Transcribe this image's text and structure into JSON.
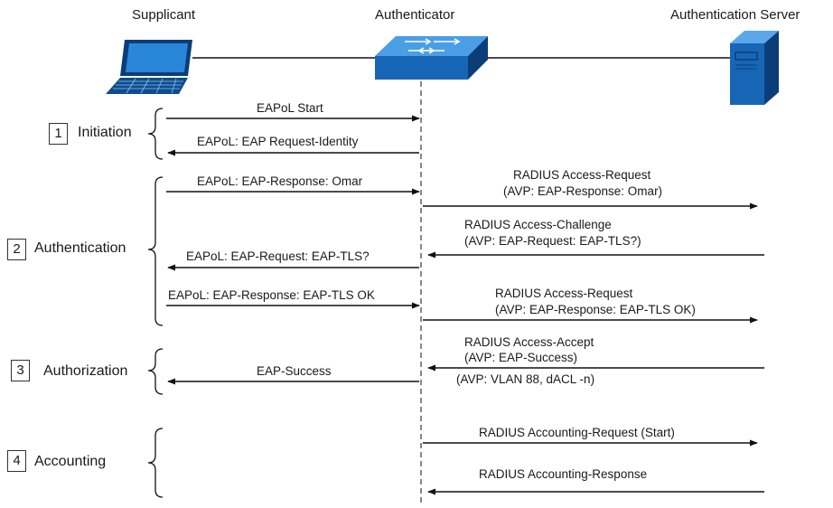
{
  "headers": {
    "supplicant": "Supplicant",
    "authenticator": "Authenticator",
    "server": "Authentication Server"
  },
  "phases": [
    {
      "number": "1",
      "name": "Initiation"
    },
    {
      "number": "2",
      "name": "Authentication"
    },
    {
      "number": "3",
      "name": "Authorization"
    },
    {
      "number": "4",
      "name": "Accounting"
    }
  ],
  "messages": {
    "eapol_start": "EAPoL Start",
    "eapol_request_identity": "EAPoL: EAP Request-Identity",
    "eapol_response_omar": "EAPoL: EAP-Response: Omar",
    "radius_access_request_1": "RADIUS Access-Request",
    "radius_access_request_1_avp": "(AVP: EAP-Response: Omar)",
    "radius_access_challenge": "RADIUS Access-Challenge",
    "radius_access_challenge_avp": "(AVP: EAP-Request: EAP-TLS?)",
    "eapol_request_tls": "EAPoL: EAP-Request: EAP-TLS?",
    "eapol_response_tls_ok": "EAPoL: EAP-Response: EAP-TLS OK",
    "radius_access_request_2": "RADIUS Access-Request",
    "radius_access_request_2_avp": "(AVP: EAP-Response: EAP-TLS OK)",
    "radius_access_accept": "RADIUS Access-Accept",
    "radius_access_accept_avp": "(AVP: EAP-Success)",
    "radius_access_accept_avp2": "(AVP: VLAN 88, dACL -n)",
    "eap_success": "EAP-Success",
    "radius_accounting_request": "RADIUS Accounting-Request (Start)",
    "radius_accounting_response": "RADIUS Accounting-Response"
  },
  "colors": {
    "device_blue": "#1a73c4",
    "device_dark": "#0b3e78",
    "line": "#111111"
  }
}
